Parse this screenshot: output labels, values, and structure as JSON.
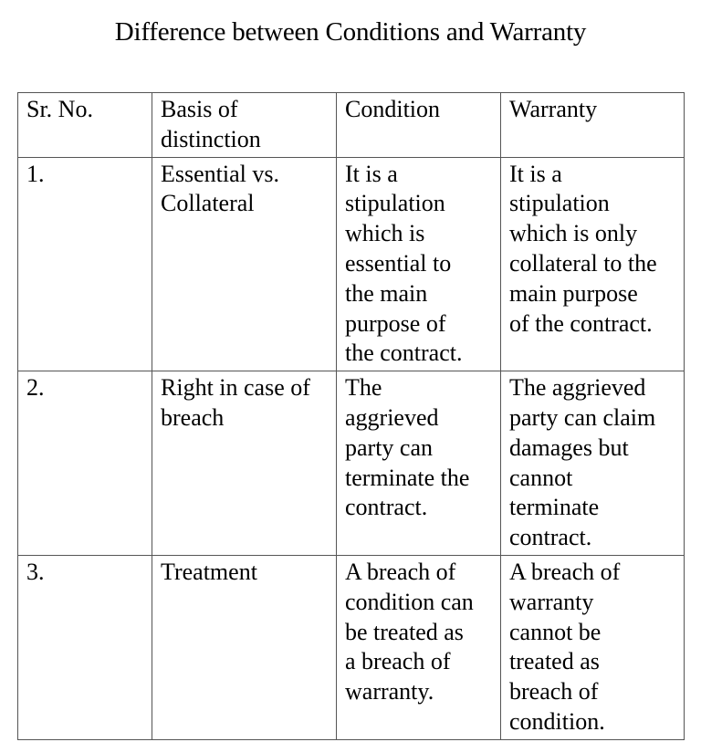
{
  "title": "Difference between Conditions and Warranty",
  "table": {
    "headers": [
      [
        "Sr. No."
      ],
      [
        "Basis of",
        "distinction"
      ],
      [
        "Condition"
      ],
      [
        "Warranty"
      ]
    ],
    "rows": [
      {
        "sr_no": [
          "1."
        ],
        "basis": [
          "Essential vs.",
          "Collateral"
        ],
        "condition": [
          "It is a",
          "stipulation",
          "which is",
          "essential to",
          "the main",
          "purpose of",
          "the contract."
        ],
        "warranty": [
          "It is a",
          "stipulation",
          "which is only",
          "collateral to the",
          "main purpose",
          "of the contract."
        ]
      },
      {
        "sr_no": [
          "2."
        ],
        "basis": [
          "Right in case of",
          "breach"
        ],
        "condition": [
          "The",
          "aggrieved",
          "party can",
          "terminate the",
          "contract."
        ],
        "warranty": [
          "The aggrieved",
          "party can claim",
          "damages but",
          "cannot",
          "terminate",
          "contract."
        ]
      },
      {
        "sr_no": [
          "3."
        ],
        "basis": [
          "Treatment"
        ],
        "condition": [
          "A breach of",
          "condition can",
          "be treated as",
          "a breach of",
          "warranty."
        ],
        "warranty": [
          "A breach of",
          "warranty",
          "cannot be",
          "treated as",
          "breach of",
          "condition."
        ]
      }
    ]
  }
}
